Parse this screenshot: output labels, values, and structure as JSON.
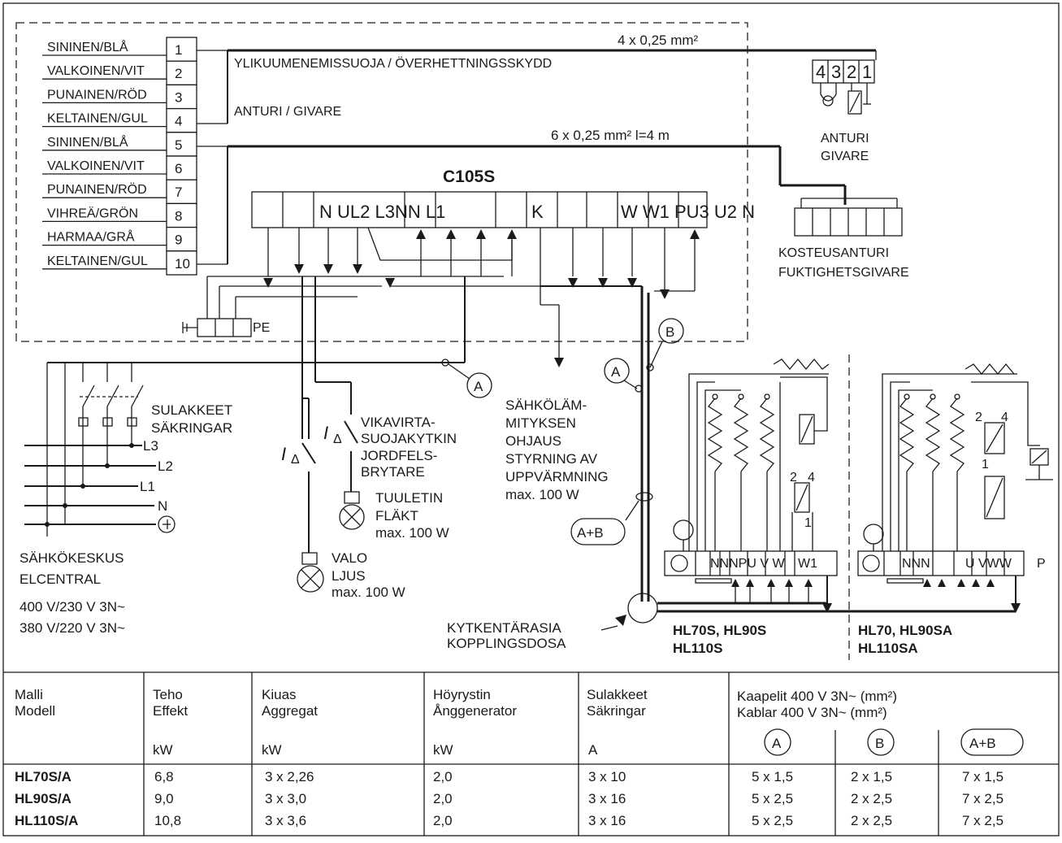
{
  "wires": [
    {
      "num": "1",
      "color": "SININEN/BLÅ"
    },
    {
      "num": "2",
      "color": "VALKOINEN/VIT"
    },
    {
      "num": "3",
      "color": "PUNAINEN/RÖD"
    },
    {
      "num": "4",
      "color": "KELTAINEN/GUL"
    },
    {
      "num": "5",
      "color": "SININEN/BLÅ"
    },
    {
      "num": "6",
      "color": "VALKOINEN/VIT"
    },
    {
      "num": "7",
      "color": "PUNAINEN/RÖD"
    },
    {
      "num": "8",
      "color": "VIHREÄ/GRÖN"
    },
    {
      "num": "9",
      "color": "HARMAA/GRÅ"
    },
    {
      "num": "10",
      "color": "KELTAINEN/GUL"
    }
  ],
  "cable_top": "4 x 0,25 mm²",
  "overheat": "YLIKUUMENEMISSUOJA / ÖVERHETTNINGSSKYDD",
  "sensor_label": "ANTURI / GIVARE",
  "cable_mid": "6 x 0,25 mm²   l=4 m",
  "sensor_terminals": [
    "4",
    "3",
    "2",
    "1"
  ],
  "sensor_name": [
    "ANTURI",
    "GIVARE"
  ],
  "control_unit": "C105S",
  "cu_terminals": "N UL2 L3NN L1",
  "cu_k": "K",
  "cu_right": "W W1 PU3 U2 N",
  "pe": "PE",
  "humidity": [
    "KOSTEUSANTURI",
    "FUKTIGHETSGIVARE"
  ],
  "mark_a": "A",
  "mark_b": "B",
  "mark_ab": "A+B",
  "fuses": [
    "SULAKKEET",
    "SÄKRINGAR"
  ],
  "phases": [
    "L3",
    "L2",
    "L1",
    "N"
  ],
  "rcd_symbol": "I",
  "rcd_sub": "Δ",
  "rcd": [
    "VIKAVIRTA-",
    "SUOJAKYTKIN",
    "JORDFELS-",
    "BRYTARE"
  ],
  "fan": [
    "TUULETIN",
    "FLÄKT",
    "max. 100 W"
  ],
  "light": [
    "VALO",
    "LJUS",
    "max. 100 W"
  ],
  "heating": [
    "SÄHKÖLÄM-",
    "MITYKSEN",
    "OHJAUS",
    "STYRNING AV",
    "UPPVÄRMNING",
    "max. 100 W"
  ],
  "panel": [
    "SÄHKÖKESKUS",
    "ELCENTRAL"
  ],
  "voltages": [
    "400 V/230 V 3N~",
    "380 V/220 V 3N~"
  ],
  "junction": [
    "KYTKENTÄRASIA",
    "KOPPLINGSDOSA"
  ],
  "heater1_terms": "NNNPU V W",
  "heater1_w1": "W1",
  "heater2_terms": "NNN",
  "heater2_u": "U VWW",
  "heater2_p": "P",
  "relay_nums": [
    "2",
    "4",
    "1"
  ],
  "model1": [
    "HL70S, HL90S",
    "HL110S"
  ],
  "model2": [
    "HL70, HL90SA",
    "HL110SA"
  ],
  "table": {
    "headers": [
      [
        "Malli",
        "Modell",
        ""
      ],
      [
        "Teho",
        "Effekt",
        "kW"
      ],
      [
        "Kiuas",
        "Aggregat",
        "kW"
      ],
      [
        "Höyrystin",
        "Ånggenerator",
        "kW"
      ],
      [
        "Sulakkeet",
        "Säkringar",
        "A"
      ]
    ],
    "cable_header": [
      "Kaapelit 400 V 3N~ (mm²)",
      "Kablar 400 V 3N~ (mm²)"
    ],
    "cable_cols": [
      "A",
      "B",
      "A+B"
    ],
    "rows": [
      [
        "HL70S/A",
        "6,8",
        "3 x 2,26",
        "2,0",
        "3 x 10",
        "5 x 1,5",
        "2 x 1,5",
        "7 x 1,5"
      ],
      [
        "HL90S/A",
        "9,0",
        "3 x 3,0",
        "2,0",
        "3 x 16",
        "5 x 2,5",
        "2 x 2,5",
        "7 x 2,5"
      ],
      [
        "HL110S/A",
        "10,8",
        "3 x 3,6",
        "2,0",
        "3 x 16",
        "5 x 2,5",
        "2 x 2,5",
        "7 x 2,5"
      ]
    ]
  }
}
